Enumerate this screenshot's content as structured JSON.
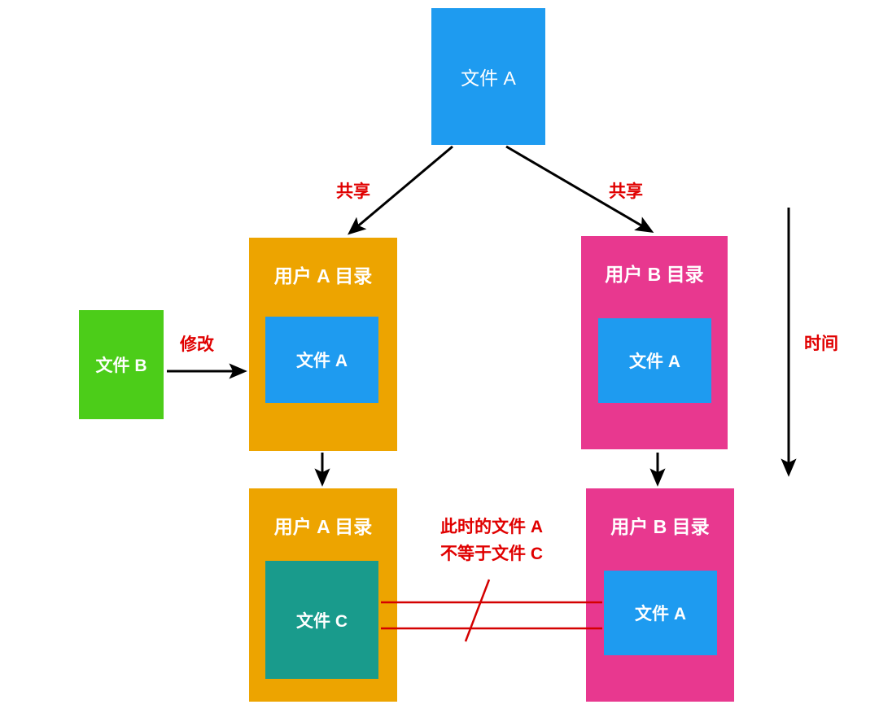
{
  "diagram": {
    "type": "flow-diagram",
    "title_text": "",
    "colors": {
      "blue": "#1e9bf0",
      "orange": "#eda400",
      "pink": "#e8388f",
      "green": "#4ccd19",
      "teal": "#199b8c",
      "red_label": "#e00000",
      "arrow": "#000000",
      "background": "#ffffff"
    },
    "nodes": {
      "top_file": {
        "label": "文件 A",
        "color": "blue"
      },
      "user_a_dir_top": {
        "label": "用户 A 目录",
        "color": "orange"
      },
      "user_a_dir_top_file": {
        "label": "文件 A",
        "color": "blue"
      },
      "user_b_dir_top": {
        "label": "用户 B 目录",
        "color": "pink"
      },
      "user_b_dir_top_file": {
        "label": "文件 A",
        "color": "blue"
      },
      "file_b": {
        "label": "文件 B",
        "color": "green"
      },
      "user_a_dir_bottom": {
        "label": "用户 A 目录",
        "color": "orange"
      },
      "user_a_dir_bottom_file": {
        "label": "文件 C",
        "color": "teal"
      },
      "user_b_dir_bottom": {
        "label": "用户 B 目录",
        "color": "pink"
      },
      "user_b_dir_bottom_file": {
        "label": "文件 A",
        "color": "blue"
      }
    },
    "edges": {
      "share_left": "共享",
      "share_right": "共享",
      "modify": "修改",
      "time_axis": "时间",
      "not_equal_line1": "此时的文件 A",
      "not_equal_line2": "不等于文件 C"
    }
  }
}
